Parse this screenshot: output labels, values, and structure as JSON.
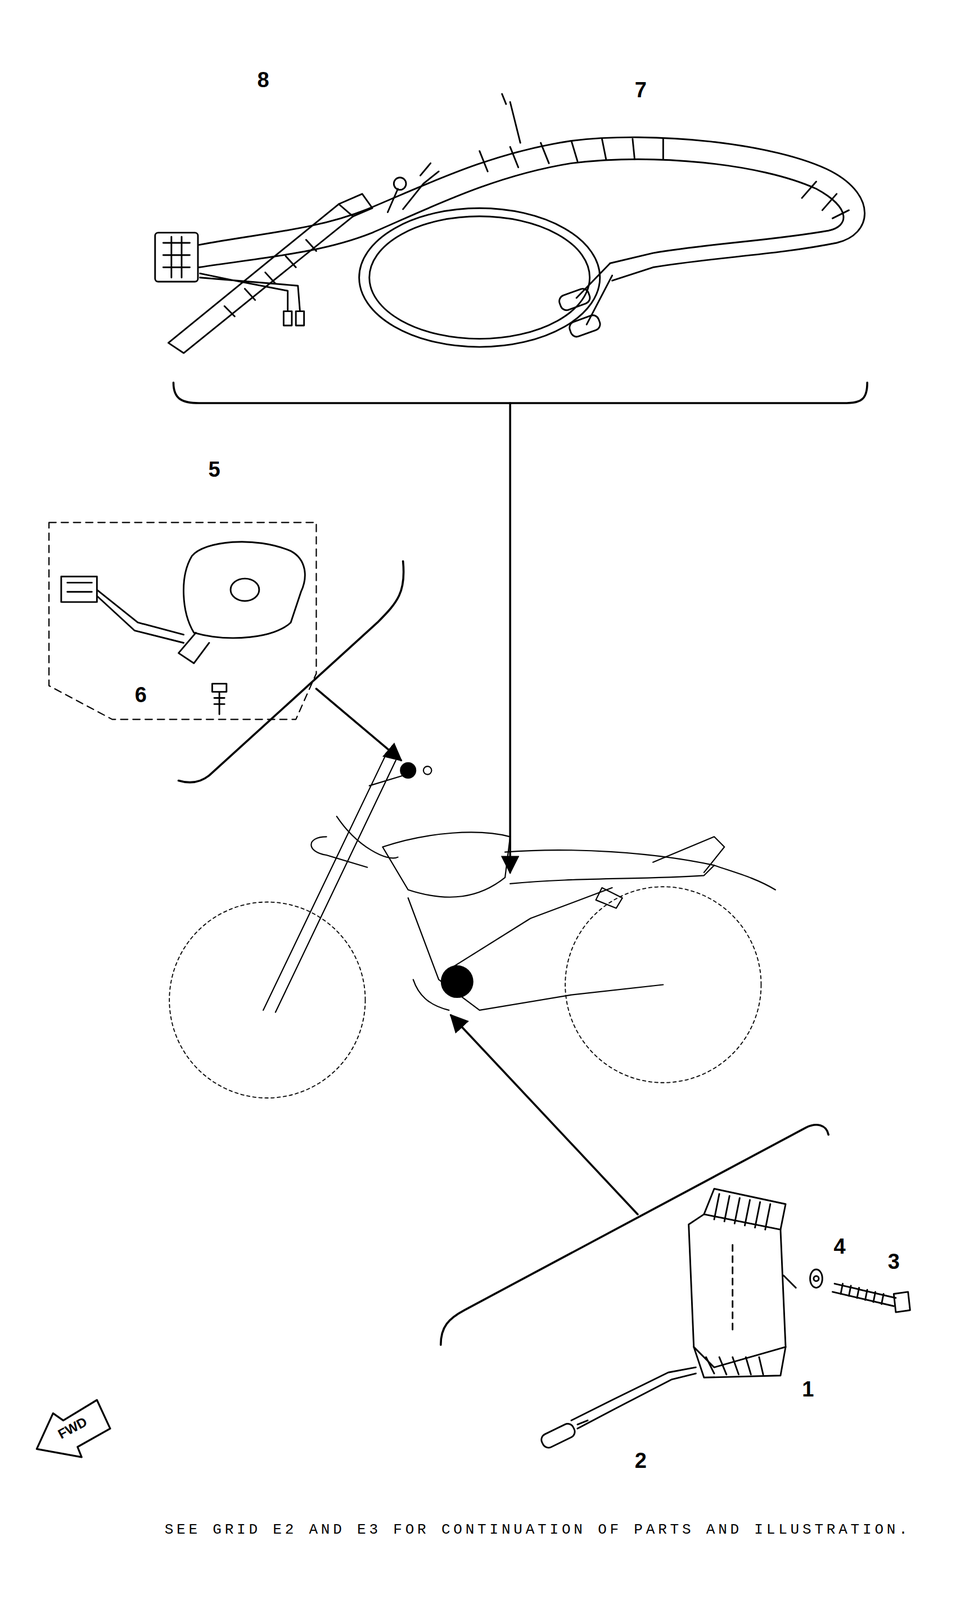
{
  "diagram": {
    "labels": [
      "8",
      "7",
      "5",
      "6",
      "4",
      "3",
      "1",
      "2",
      "FWD",
      "SEE GRID E2 AND E3 FOR CONTINUATION OF PARTS AND ILLUSTRATION."
    ]
  }
}
